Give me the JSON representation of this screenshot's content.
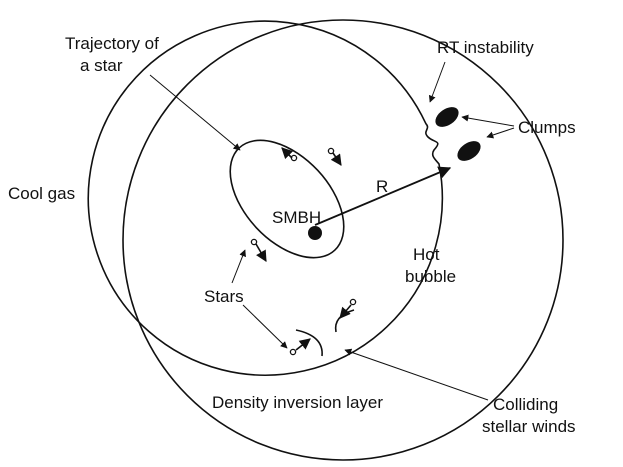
{
  "labels": {
    "trajectory_line1": "Trajectory of",
    "trajectory_line2": "a star",
    "rt_instability": "RT instability",
    "clumps": "Clumps",
    "cool_gas": "Cool gas",
    "radius": "R",
    "smbh": "SMBH",
    "hot_line1": "Hot",
    "hot_line2": "bubble",
    "stars": "Stars",
    "density_layer": "Density inversion layer",
    "colliding_line1": "Colliding",
    "colliding_line2": "stellar winds"
  },
  "colors": {
    "ink": "#111111",
    "background": "#ffffff"
  }
}
